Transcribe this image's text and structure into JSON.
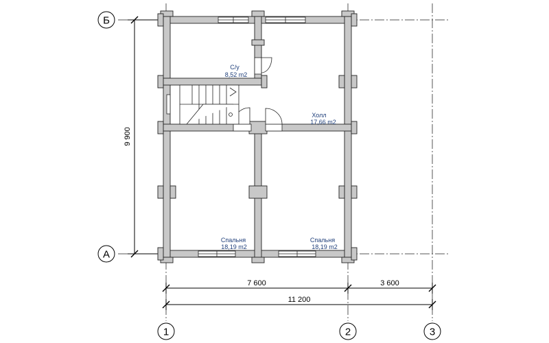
{
  "axes": {
    "letters": [
      "Б",
      "А"
    ],
    "numbers": [
      "1",
      "2",
      "3"
    ]
  },
  "dimensions": {
    "left_height": "9 900",
    "bay_1_2": "7 600",
    "bay_2_3": "3 600",
    "total": "11 200"
  },
  "rooms": [
    {
      "name": "С/у",
      "area": "8,52 m2"
    },
    {
      "name": "Холл",
      "area": "17,66 m2"
    },
    {
      "name": "Спальня",
      "area": "18,19 m2"
    },
    {
      "name": "Спальня",
      "area": "18,19 m2"
    }
  ]
}
